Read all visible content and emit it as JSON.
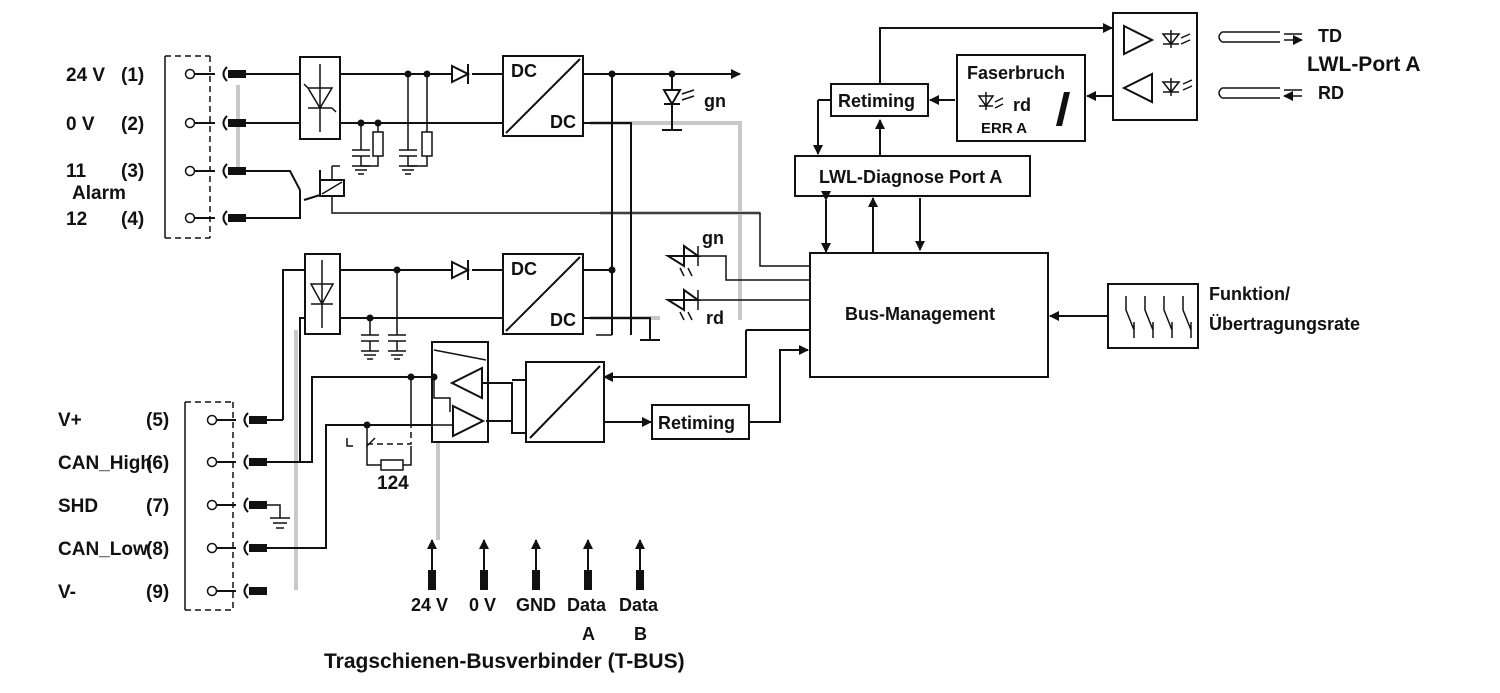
{
  "terminals_top": [
    {
      "name": "24 V",
      "num": "(1)"
    },
    {
      "name": "0 V",
      "num": "(2)"
    },
    {
      "name": "11",
      "num": "(3)"
    },
    {
      "name": "12",
      "num": "(4)"
    }
  ],
  "alarm_label": "Alarm",
  "terminals_bottom": [
    {
      "name": "V+",
      "num": "(5)"
    },
    {
      "name": "CAN_High",
      "num": "(6)"
    },
    {
      "name": "SHD",
      "num": "(7)"
    },
    {
      "name": "CAN_Low",
      "num": "(8)"
    },
    {
      "name": "V-",
      "num": "(9)"
    }
  ],
  "dcdc_top": {
    "in": "DC",
    "out": "DC"
  },
  "dcdc_bottom": {
    "in": "DC",
    "out": "DC"
  },
  "led_power": "gn",
  "led_bus_gn": "gn",
  "led_bus_rd": "rd",
  "retiming_top": "Retiming",
  "retiming_bottom": "Retiming",
  "faserbruch": {
    "title": "Faserbruch",
    "led": "rd",
    "sub": "ERR A"
  },
  "lwl_diagnose": "LWL-Diagnose Port A",
  "bus_management": "Bus-Management",
  "switch_label_1": "Funktion/",
  "switch_label_2": "Übertragungsrate",
  "port": {
    "td": "TD",
    "rd": "RD",
    "title": "LWL-Port A"
  },
  "resistor_label": "124",
  "tbus": {
    "pins": [
      {
        "l1": "24 V",
        "l2": ""
      },
      {
        "l1": "0 V",
        "l2": ""
      },
      {
        "l1": "GND",
        "l2": ""
      },
      {
        "l1": "Data",
        "l2": "A"
      },
      {
        "l1": "Data",
        "l2": "B"
      }
    ],
    "title": "Tragschienen-Busverbinder (T-BUS)"
  }
}
